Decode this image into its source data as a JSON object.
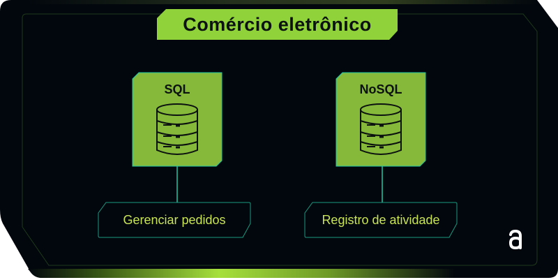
{
  "title": "Comércio eletrônico",
  "databases": [
    {
      "name": "SQL",
      "icon": "database-icon",
      "use_case": "Gerenciar pedidos"
    },
    {
      "name": "NoSQL",
      "icon": "database-icon",
      "use_case": "Registro de atividade"
    }
  ],
  "logo": {
    "text": "a"
  },
  "colors": {
    "accent": "#8dc63f",
    "line": "#1fc9a5",
    "text": "#c9e356",
    "background": "#02070d"
  }
}
